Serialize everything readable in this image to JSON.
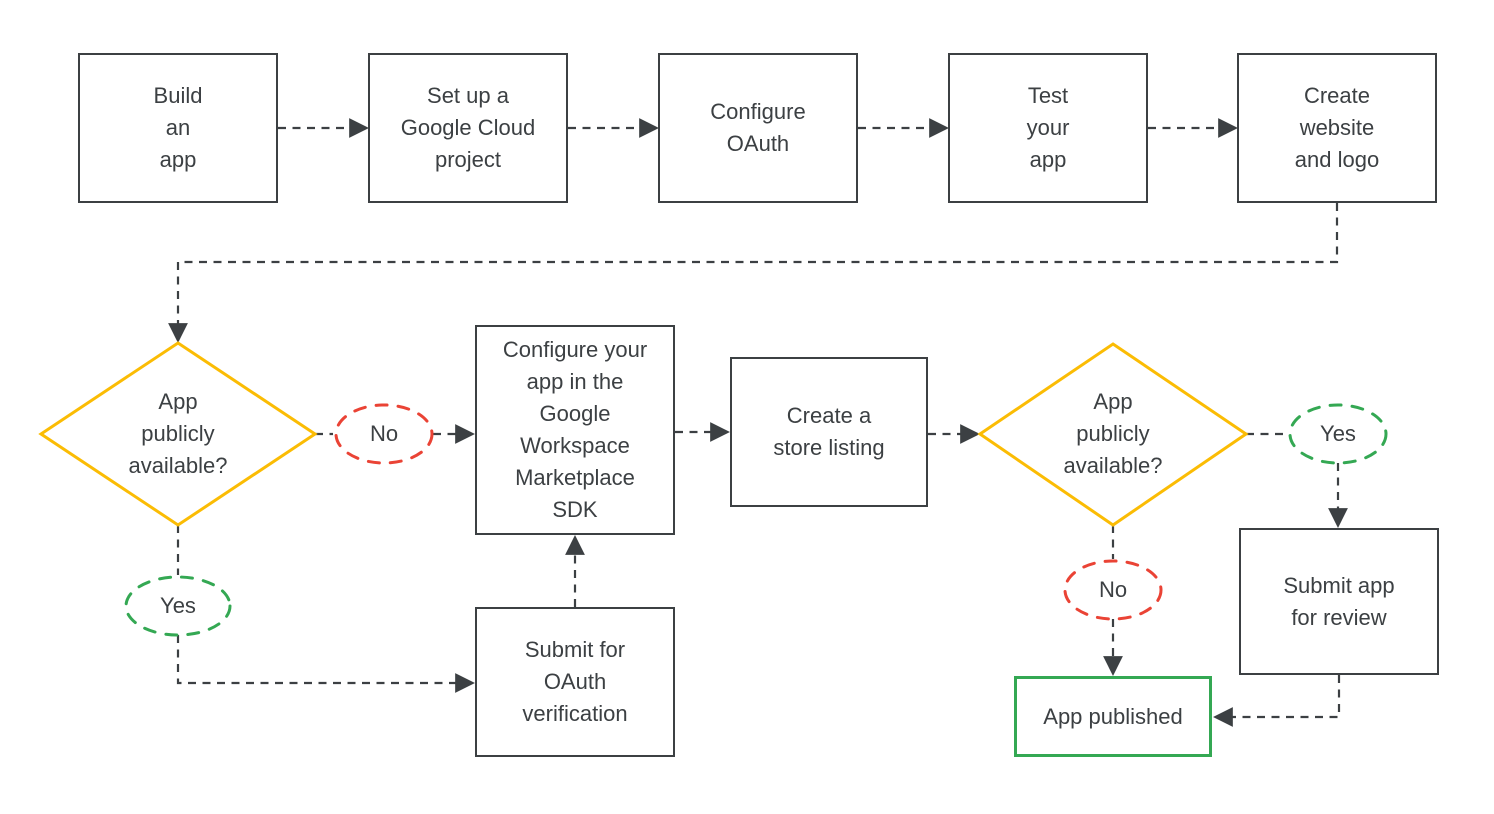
{
  "colors": {
    "ink": "#3c4043",
    "yellow": "#fbbc04",
    "red": "#ea4335",
    "green": "#34a853",
    "background": "#ffffff"
  },
  "nodes": {
    "build_app": {
      "label": "Build\nan\napp"
    },
    "setup_project": {
      "label": "Set up a\nGoogle Cloud\nproject"
    },
    "configure_oauth": {
      "label": "Configure\nOAuth"
    },
    "test_app": {
      "label": "Test\nyour\napp"
    },
    "create_website": {
      "label": "Create\nwebsite\nand logo"
    },
    "decision1": {
      "label": "App\npublicly\navailable?"
    },
    "no1": {
      "label": "No"
    },
    "yes1": {
      "label": "Yes"
    },
    "configure_sdk": {
      "label": "Configure your\napp in the\nGoogle\nWorkspace\nMarketplace\nSDK"
    },
    "submit_oauth": {
      "label": "Submit for\nOAuth\nverification"
    },
    "store_listing": {
      "label": "Create a\nstore listing"
    },
    "decision2": {
      "label": "App\npublicly\navailable?"
    },
    "yes2": {
      "label": "Yes"
    },
    "no2": {
      "label": "No"
    },
    "submit_review": {
      "label": "Submit app\nfor review"
    },
    "app_published": {
      "label": "App published"
    }
  },
  "edges": [
    {
      "from": "build_app",
      "to": "setup_project"
    },
    {
      "from": "setup_project",
      "to": "configure_oauth"
    },
    {
      "from": "configure_oauth",
      "to": "test_app"
    },
    {
      "from": "test_app",
      "to": "create_website"
    },
    {
      "from": "create_website",
      "to": "decision1"
    },
    {
      "from": "decision1",
      "to": "configure_sdk",
      "label": "No"
    },
    {
      "from": "decision1",
      "to": "submit_oauth",
      "label": "Yes"
    },
    {
      "from": "submit_oauth",
      "to": "configure_sdk"
    },
    {
      "from": "configure_sdk",
      "to": "store_listing"
    },
    {
      "from": "store_listing",
      "to": "decision2"
    },
    {
      "from": "decision2",
      "to": "submit_review",
      "label": "Yes"
    },
    {
      "from": "decision2",
      "to": "app_published",
      "label": "No"
    },
    {
      "from": "submit_review",
      "to": "app_published"
    }
  ]
}
